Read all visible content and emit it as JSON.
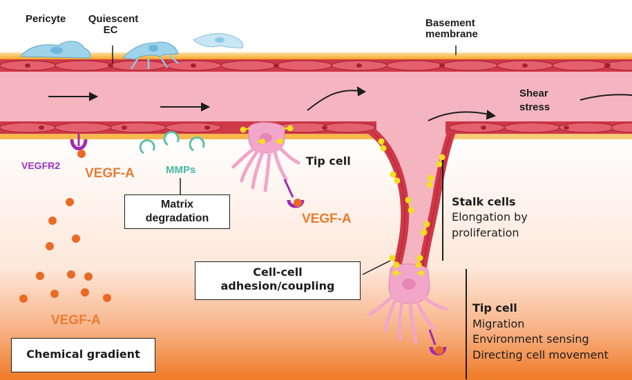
{
  "labels": {
    "pericyte": "Pericyte",
    "quiescent_ec_line1": "Quiescent",
    "quiescent_ec_line2": "EC",
    "basement_line1": "Basement",
    "basement_line2": "membrane",
    "shear_line1": "Shear",
    "shear_line2": "stress",
    "vegfr2": "VEGFR2",
    "vegfa_top": "VEGF-A",
    "mmps": "MMPs",
    "matrix_line1": "Matrix",
    "matrix_line2": "degradation",
    "tip_cell_top": "Tip cell",
    "vegfa_mid": "VEGF-A",
    "stalk_title": "Stalk cells",
    "stalk_line1": "Elongation by",
    "stalk_line2": "proliferation",
    "adhesion_line1": "Cell-cell",
    "adhesion_line2": "adhesion/coupling",
    "tip_cell_bottom_title": "Tip cell",
    "tip_line1": "Migration",
    "tip_line2": "Environment sensing",
    "tip_line3": "Directing cell movement",
    "vegfa_bottom": "VEGF-A",
    "chemical_gradient": "Chemical gradient"
  },
  "colors": {
    "vessel_lumen": "#f4b5c0",
    "endothelial_cell": "#cf3848",
    "basement_membrane": "#f6a623",
    "pericyte": "#9fd3ea",
    "vegf_dot": "#ea6a24",
    "tip_cell": "#f2a6c9",
    "junction": "#f2e01c",
    "receptor": "#a02ab0",
    "mmp": "#5dc0a5",
    "gradient_bottom": "#ef7a26"
  }
}
